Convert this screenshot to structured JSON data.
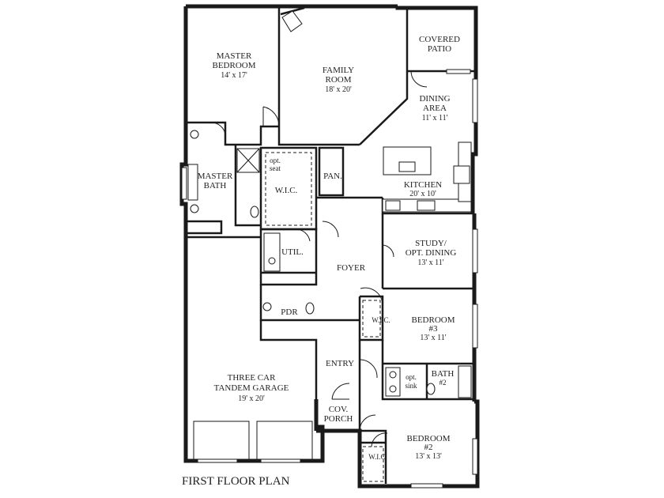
{
  "plan_title": "FIRST FLOOR PLAN",
  "rooms": {
    "master_bedroom": {
      "name_line1": "MASTER",
      "name_line2": "BEDROOM",
      "size": "14' x 17'"
    },
    "family_room": {
      "name_line1": "FAMILY",
      "name_line2": "ROOM",
      "size": "18' x 20'"
    },
    "covered_patio": {
      "name_line1": "COVERED",
      "name_line2": "PATIO"
    },
    "dining_area": {
      "name_line1": "DINING",
      "name_line2": "AREA",
      "size": "11' x 11'"
    },
    "master_bath": {
      "name_line1": "MASTER",
      "name_line2": "BATH"
    },
    "wic_master": {
      "name": "W.I.C.",
      "note_line1": "opt.",
      "note_line2": "seat"
    },
    "pantry": {
      "name": "PAN."
    },
    "kitchen": {
      "name": "KITCHEN",
      "size": "20' x 10'"
    },
    "utility": {
      "name": "UTIL."
    },
    "foyer": {
      "name": "FOYER"
    },
    "study": {
      "name_line1": "STUDY/",
      "name_line2": "OPT. DINING",
      "size": "13' x 11'"
    },
    "powder": {
      "name": "PDR"
    },
    "wic_bed3": {
      "name": "W.I.C."
    },
    "bedroom3": {
      "name": "BEDROOM",
      "number": "#3",
      "size": "13' x 11'"
    },
    "entry": {
      "name": "ENTRY"
    },
    "bath2": {
      "name": "BATH",
      "number": "#2",
      "note_line1": "opt.",
      "note_line2": "sink"
    },
    "garage": {
      "name_line1": "THREE CAR",
      "name_line2": "TANDEM GARAGE",
      "size": "19' x 20'"
    },
    "covered_porch": {
      "name_line1": "COV.",
      "name_line2": "PORCH"
    },
    "bedroom2": {
      "name": "BEDROOM",
      "number": "#2",
      "size": "13' x 13'"
    },
    "wic_bed2": {
      "name": "W.I.C."
    }
  }
}
